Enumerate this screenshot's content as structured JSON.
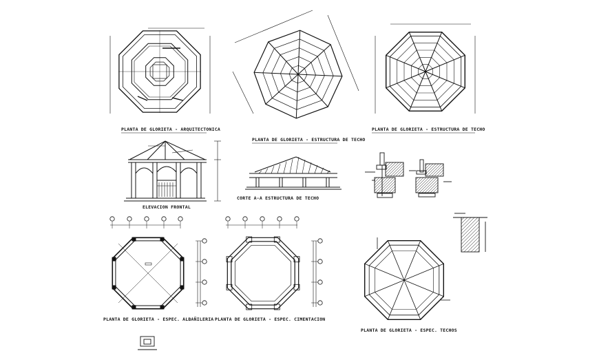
{
  "drawing_sheet": {
    "background": "#ffffff",
    "ink": "#111111"
  },
  "captions": {
    "plan_architectural": "PLANTA DE GLORIETA - ARQUITECTONICA",
    "plan_roof_structure": "PLANTA DE GLORIETA - ESTRUCTURA DE TECHO",
    "plan_roof_framing": "PLANTA DE GLORIETA - ESTRUCTURA DE TECHO",
    "elevation_front": "ELEVACION FRONTAL",
    "section_aa": "CORTE A-A ESTRUCTURA DE TECHO",
    "plan_walls": "PLANTA DE GLORIETA - ESPEC. ALBAÑILERIA",
    "plan_foundation": "PLANTA DE GLORIETA - ESPEC. CIMENTACION",
    "plan_roof_spec": "PLANTA DE GLORIETA - ESPEC. TECHOS"
  }
}
